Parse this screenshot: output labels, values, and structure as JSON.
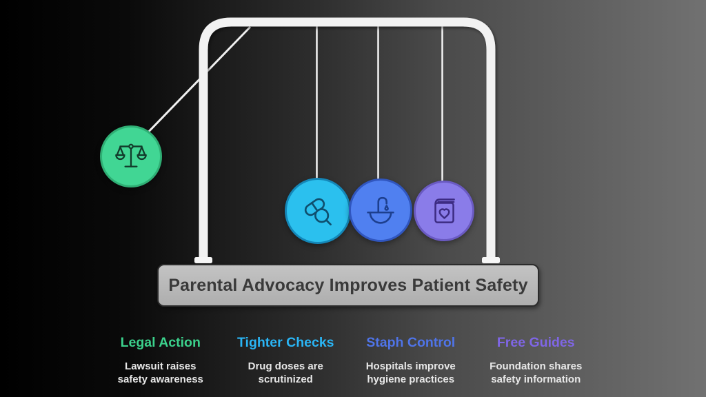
{
  "title_banner": {
    "text": "Parental Advocacy Improves Patient Safety",
    "bg_color": "#b9b9b9",
    "text_color": "#3a3a3a"
  },
  "pendulum": {
    "frame_color": "#f2f2f2",
    "swung_ball": {
      "icon": "scales-icon",
      "color": "#41d694"
    },
    "hanging_balls": [
      {
        "icon": "pill-magnifier-icon",
        "color": "#2bc0ee"
      },
      {
        "icon": "sink-faucet-icon",
        "color": "#5080f0"
      },
      {
        "icon": "book-heart-icon",
        "color": "#8a7ce9"
      }
    ]
  },
  "columns": [
    {
      "heading": "Legal Action",
      "color": "#3bd18c",
      "lines": [
        "Lawsuit raises",
        "safety awareness"
      ]
    },
    {
      "heading": "Tighter Checks",
      "color": "#2ab5f5",
      "lines": [
        "Drug doses are",
        "scrutinized"
      ]
    },
    {
      "heading": "Staph Control",
      "color": "#4f74e8",
      "lines": [
        "Hospitals improve",
        "hygiene practices"
      ]
    },
    {
      "heading": "Free Guides",
      "color": "#7f66e6",
      "lines": [
        "Foundation shares",
        "safety information"
      ]
    }
  ]
}
